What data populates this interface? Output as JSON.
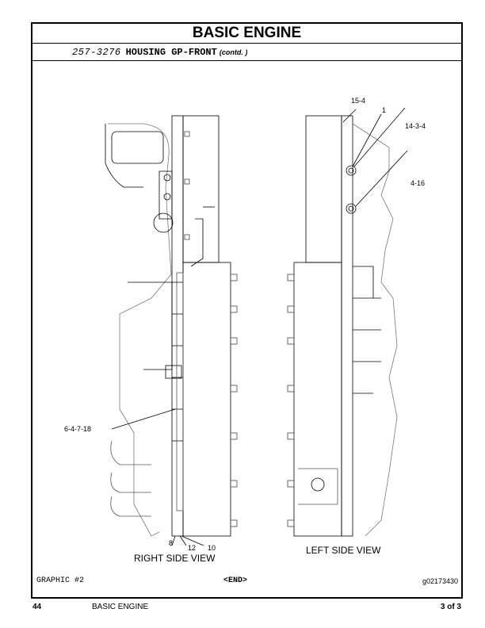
{
  "header": {
    "title": "BASIC ENGINE"
  },
  "subheader": {
    "part_number": "257-3276",
    "part_name": "HOUSING GP-FRONT",
    "note": "(contd. )"
  },
  "drawing": {
    "views": {
      "right": "RIGHT SIDE VIEW",
      "left": "LEFT SIDE VIEW"
    },
    "callouts": {
      "c1": "15-4",
      "c2": "1",
      "c3": "14-3-4",
      "c4": "4-16",
      "c5": "6-4-7-18",
      "c6": "8",
      "c7": "12",
      "c8": "10"
    }
  },
  "footer": {
    "graphic": "GRAPHIC #2",
    "end": "<END>",
    "graphic_id": "g02173430"
  },
  "page": {
    "number": "44",
    "section": "BASIC ENGINE",
    "count": "3 of 3"
  }
}
